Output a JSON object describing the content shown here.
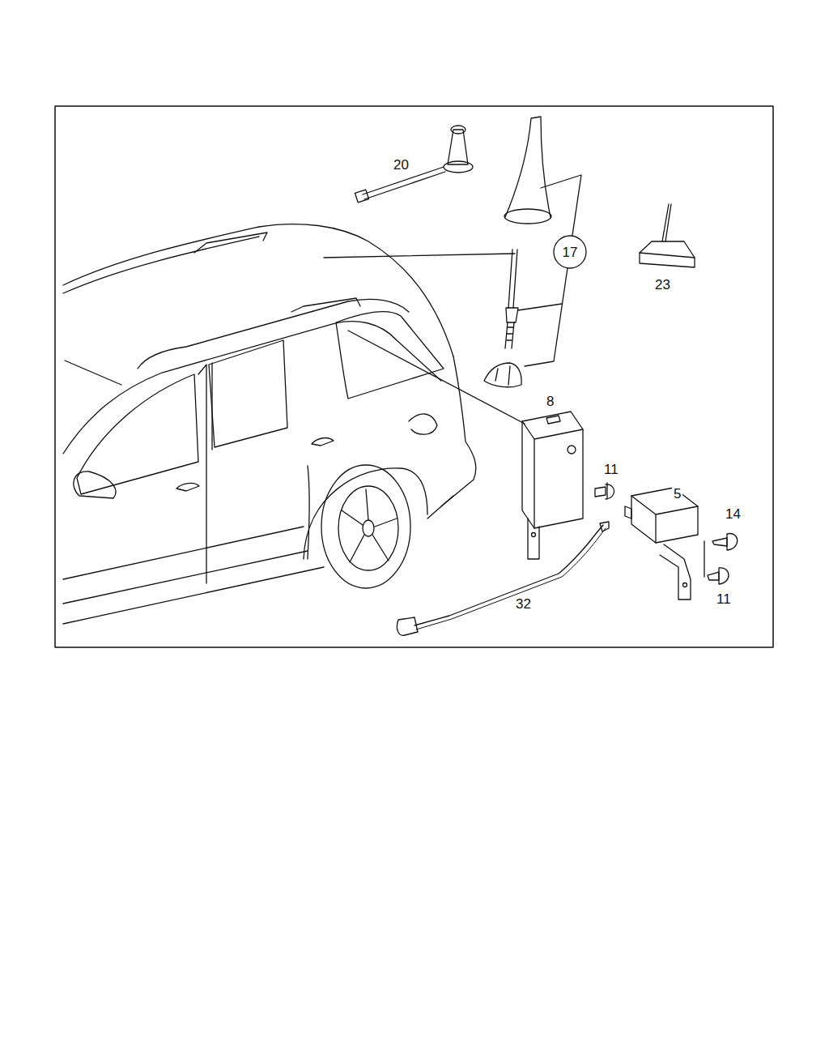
{
  "diagram": {
    "nodes": [
      {
        "text": [
          "17"
        ]
      }
    ],
    "labels": [
      "20",
      "23",
      "8",
      "11",
      "5",
      "14",
      "11",
      "32"
    ]
  }
}
